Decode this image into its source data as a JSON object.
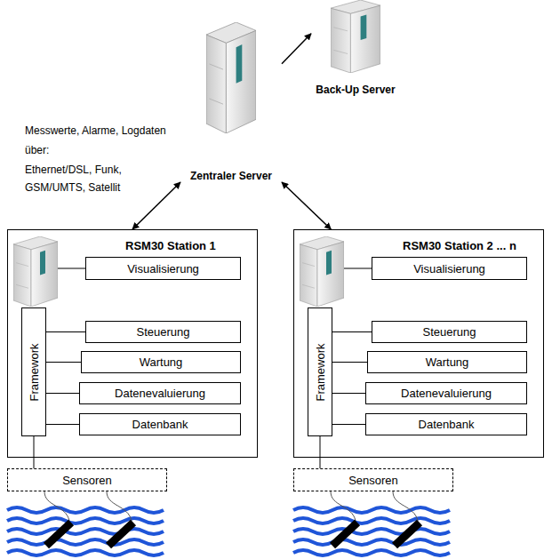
{
  "diagram": {
    "nodes": [
      {
        "text": [
          "Zentraler Server"
        ]
      },
      {
        "text": [
          "Back-Up Server"
        ]
      },
      {
        "text": [
          "RSM30 Station 1"
        ]
      },
      {
        "text": [
          "Visualisierung"
        ],
        "in": 2
      },
      {
        "text": [
          "Framework"
        ],
        "in": 2
      },
      {
        "text": [
          "Steuerung"
        ],
        "in": 2
      },
      {
        "text": [
          "Wartung"
        ],
        "in": 2
      },
      {
        "text": [
          "Datenevaluierung"
        ],
        "in": 2
      },
      {
        "text": [
          "Datenbank"
        ],
        "in": 2
      },
      {
        "text": [
          "Sensoren"
        ]
      },
      {
        "text": [
          "RSM30 Station 2 ... n"
        ]
      },
      {
        "text": [
          "Visualisierung"
        ],
        "in": 10
      },
      {
        "text": [
          "Framework"
        ],
        "in": 10
      },
      {
        "text": [
          "Steuerung"
        ],
        "in": 10
      },
      {
        "text": [
          "Wartung"
        ],
        "in": 10
      },
      {
        "text": [
          "Datenevaluierung"
        ],
        "in": 10
      },
      {
        "text": [
          "Datenbank"
        ],
        "in": 10
      },
      {
        "text": [
          "Sensoren"
        ]
      }
    ],
    "edges": [
      {
        "from": 0,
        "to": 1,
        "arrow": "to"
      },
      {
        "from": 0,
        "to": 2,
        "arrow": "both"
      },
      {
        "from": 0,
        "to": 10,
        "arrow": "both"
      },
      {
        "from": 4,
        "to": 5,
        "arrow": "none"
      },
      {
        "from": 4,
        "to": 6,
        "arrow": "none"
      },
      {
        "from": 4,
        "to": 7,
        "arrow": "none"
      },
      {
        "from": 4,
        "to": 8,
        "arrow": "none"
      },
      {
        "from": 4,
        "to": 9,
        "arrow": "none"
      },
      {
        "from": 12,
        "to": 13,
        "arrow": "none"
      },
      {
        "from": 12,
        "to": 14,
        "arrow": "none"
      },
      {
        "from": 12,
        "to": 15,
        "arrow": "none"
      },
      {
        "from": 12,
        "to": 16,
        "arrow": "none"
      },
      {
        "from": 12,
        "to": 17,
        "arrow": "none"
      }
    ],
    "labels": [
      "Messwerte, Alarme, Logdaten",
      "über:",
      "Ethernet/DSL, Funk, GSM/UMTS, Satellit"
    ]
  }
}
